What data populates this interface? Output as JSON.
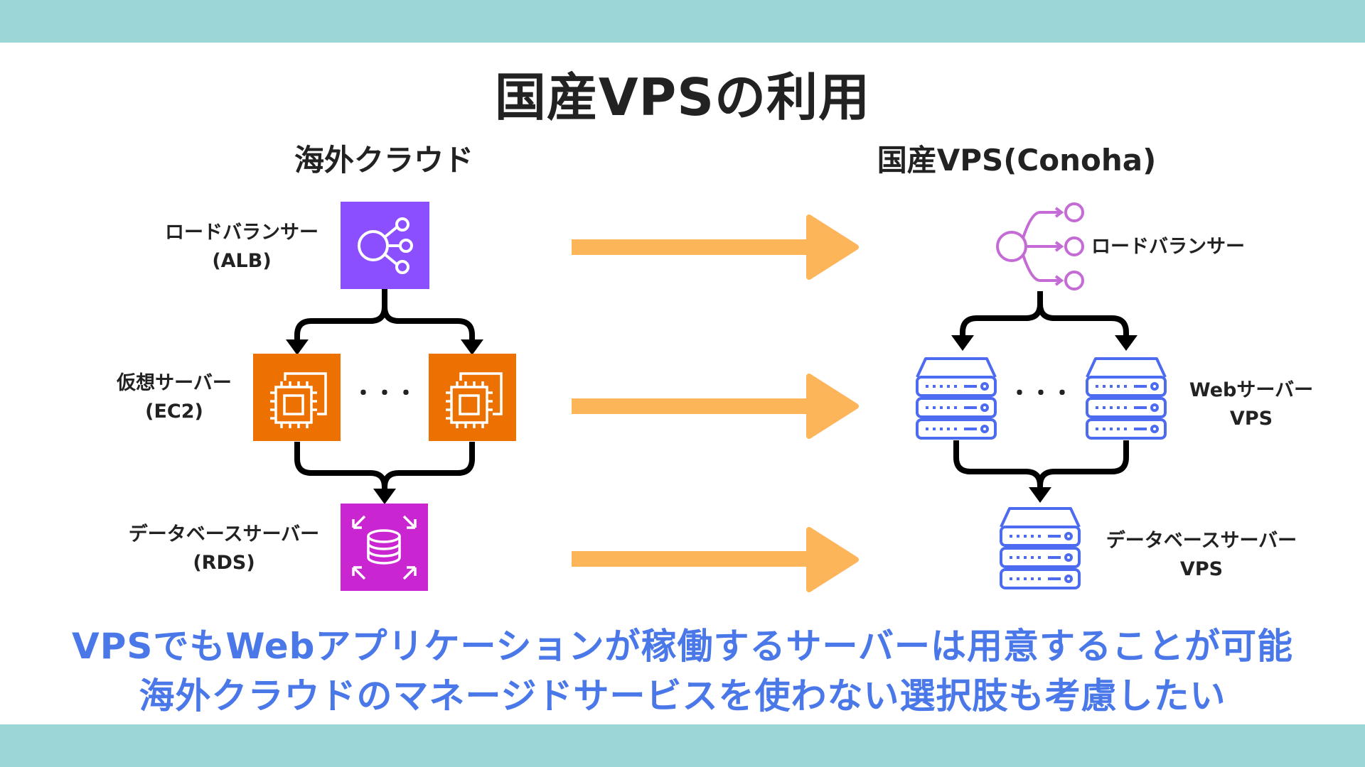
{
  "title": "国産VPSの利用",
  "left": {
    "heading": "海外クラウド",
    "lb_label": [
      "ロードバランサー",
      "(ALB)"
    ],
    "vm_label": [
      "仮想サーバー",
      "(EC2)"
    ],
    "db_label": [
      "データベースサーバー",
      "(RDS)"
    ]
  },
  "right": {
    "heading": "国産VPS(Conoha)",
    "lb_label": "ロードバランサー",
    "web_label": [
      "Webサーバー",
      "VPS"
    ],
    "db_label": [
      "データベースサーバー",
      "VPS"
    ]
  },
  "ellipsis": "・・・",
  "bottom_lines": [
    "VPSでもWebアプリケーションが稼働するサーバーは用意することが可能",
    "海外クラウドのマネージドサービスを使わない選択肢も考慮したい"
  ],
  "colors": {
    "band": "#9dd6d6",
    "alb": "#8c4fff",
    "ec2": "#ed7100",
    "rds": "#c925d1",
    "arrow": "#fdb55a",
    "vps_lb": "#c46bd6",
    "server": "#4d6bf0",
    "bottom_text": "#4a78e8"
  },
  "icons": {
    "alb": "load-balancer-icon",
    "ec2": "ec2-instance-icon",
    "rds": "rds-database-icon",
    "vps_lb": "load-balancer-outline-icon",
    "server": "server-rack-icon"
  }
}
